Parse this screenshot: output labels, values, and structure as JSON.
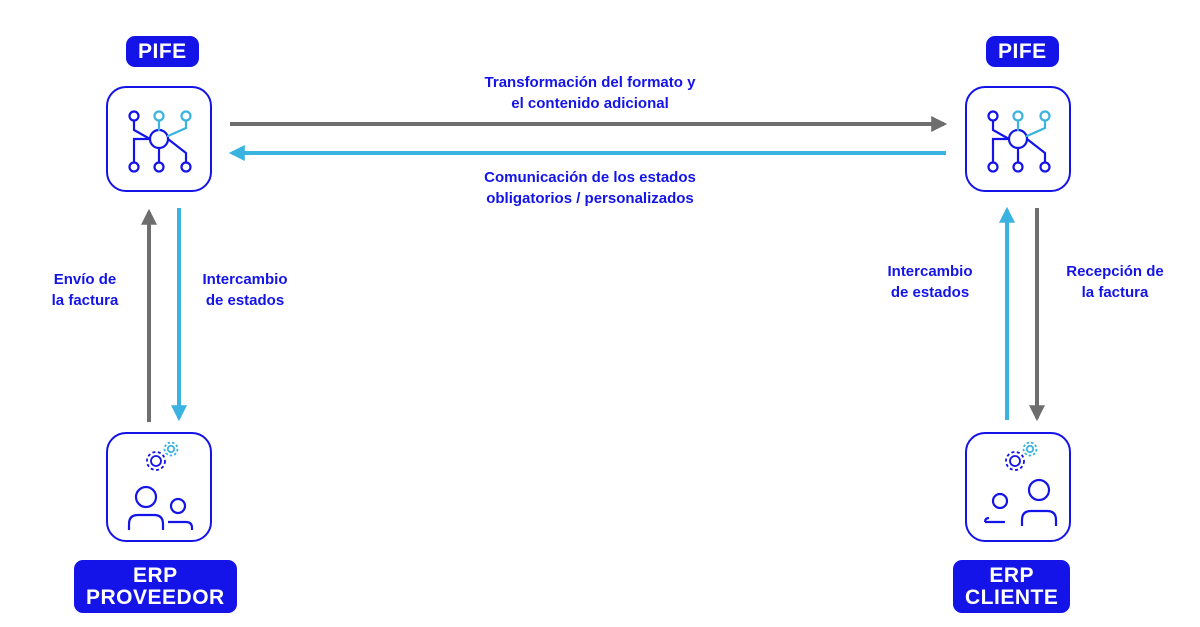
{
  "nodes": {
    "pife_left": {
      "label": "PIFE"
    },
    "pife_right": {
      "label": "PIFE"
    },
    "erp_proveedor": {
      "line1": "ERP",
      "line2": "PROVEEDOR"
    },
    "erp_cliente": {
      "line1": "ERP",
      "line2": "CLIENTE"
    }
  },
  "edges": {
    "transformacion": {
      "line1": "Transformación del formato y",
      "line2": "el contenido adicional"
    },
    "comunicacion": {
      "line1": "Comunicación de los estados",
      "line2": "obligatorios / personalizados"
    },
    "envio": {
      "line1": "Envío de",
      "line2": "la factura"
    },
    "intercambio_left": {
      "line1": "Intercambio",
      "line2": "de estados"
    },
    "intercambio_right": {
      "line1": "Intercambio",
      "line2": "de estados"
    },
    "recepcion": {
      "line1": "Recepción de",
      "line2": "la factura"
    }
  },
  "colors": {
    "brand_blue": "#1414e8",
    "accent_cyan": "#3bb3e0",
    "arrow_gray": "#6e6e6e"
  },
  "icons": {
    "pife": "network-hub-icon",
    "erp": "gears-users-icon"
  }
}
